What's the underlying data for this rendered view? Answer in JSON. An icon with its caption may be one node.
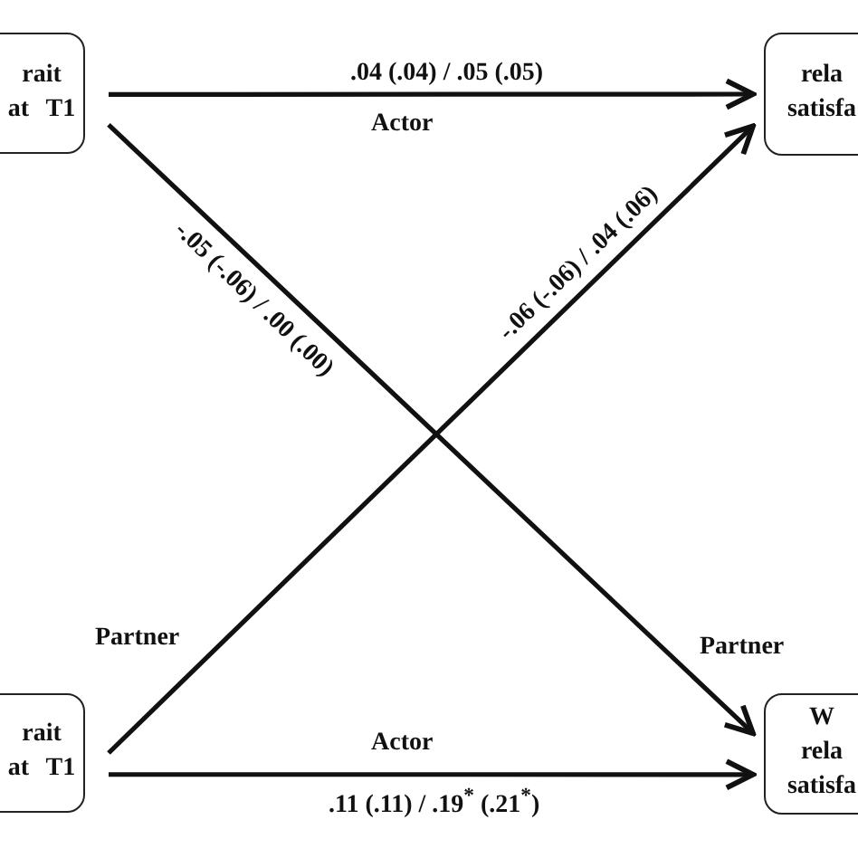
{
  "diagram": {
    "nodes": [
      {
        "text": [
          "rait at T1"
        ]
      },
      {
        "text": [
          "rela satisfa"
        ]
      },
      {
        "text": [
          "rait at T1"
        ]
      },
      {
        "text": [
          "W rela satisfa"
        ]
      }
    ],
    "edges": [
      {
        "from": 0,
        "to": 1,
        "arrow": "to",
        "label": ".04 (.04) / .05 (.05)"
      },
      {
        "from": 0,
        "to": 3,
        "arrow": "to",
        "label": "-.05 (-.06) / .00 (.00)"
      },
      {
        "from": 2,
        "to": 1,
        "arrow": "to",
        "label": "-.06 (-.06) / .04 (.06)"
      },
      {
        "from": 2,
        "to": 3,
        "arrow": "to",
        "label": ".11 (.11) / .19$^{*}$ (.21$^{*}$)"
      }
    ],
    "labels": [
      "Actor",
      "Partner",
      "Partner",
      "Actor"
    ]
  }
}
